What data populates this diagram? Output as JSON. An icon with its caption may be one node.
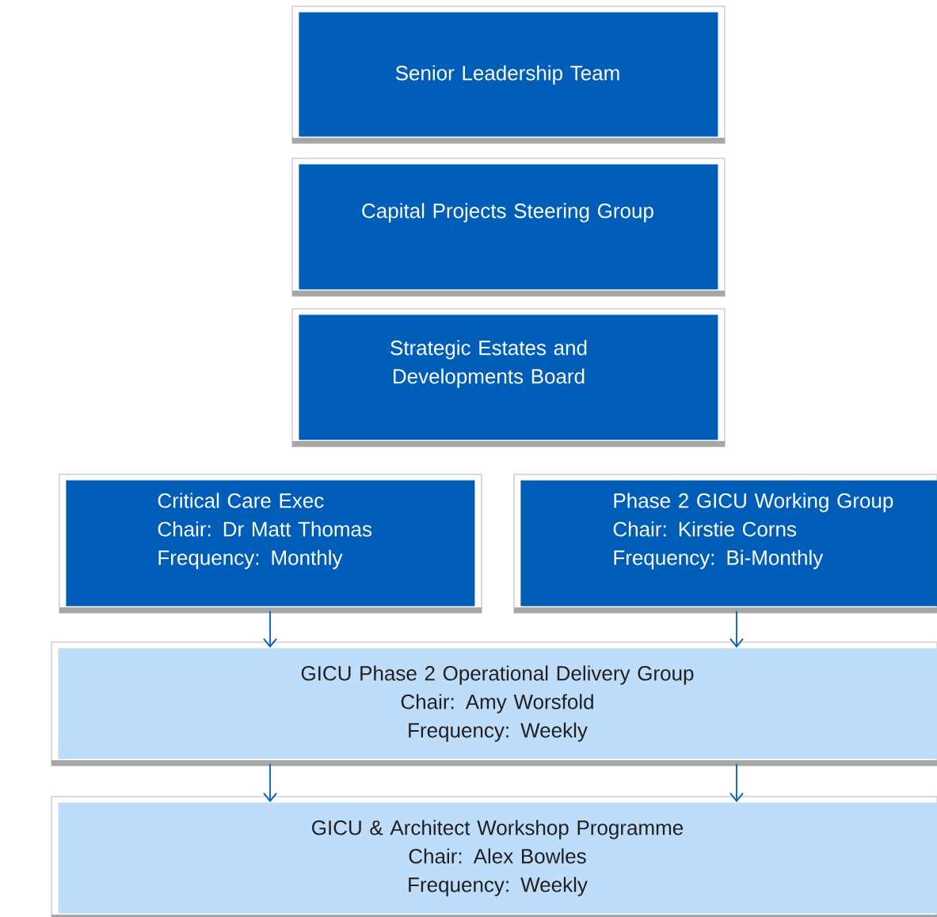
{
  "diagram": {
    "nodes": [
      {
        "text": [
          "Senior Leadership Team"
        ]
      },
      {
        "text": [
          "Capital Projects Steering Group"
        ]
      },
      {
        "text": [
          "Strategic Estates and Developments Board"
        ]
      },
      {
        "text": [
          "Critical Care Exec",
          "Chair: Dr Matt Thomas",
          "Frequency: Monthly"
        ]
      },
      {
        "text": [
          "Phase 2 GICU Working Group",
          "Chair: Kirstie Corns",
          "Frequency: Bi-Monthly"
        ]
      },
      {
        "text": [
          "GICU Phase 2 Operational Delivery Group",
          "Chair: Amy Worsfold",
          "Frequency: Weekly"
        ]
      },
      {
        "text": [
          "GICU & Architect Workshop Programme",
          "Chair: Alex Bowles",
          "Frequency: Weekly"
        ]
      }
    ],
    "edges": [
      {
        "from": 3,
        "to": 5,
        "arrow": "to"
      },
      {
        "from": 4,
        "to": 5,
        "arrow": "to"
      },
      {
        "from": 5,
        "to": 6,
        "arrow": "to"
      },
      {
        "from": 5,
        "to": 6,
        "arrow": "to"
      }
    ]
  }
}
